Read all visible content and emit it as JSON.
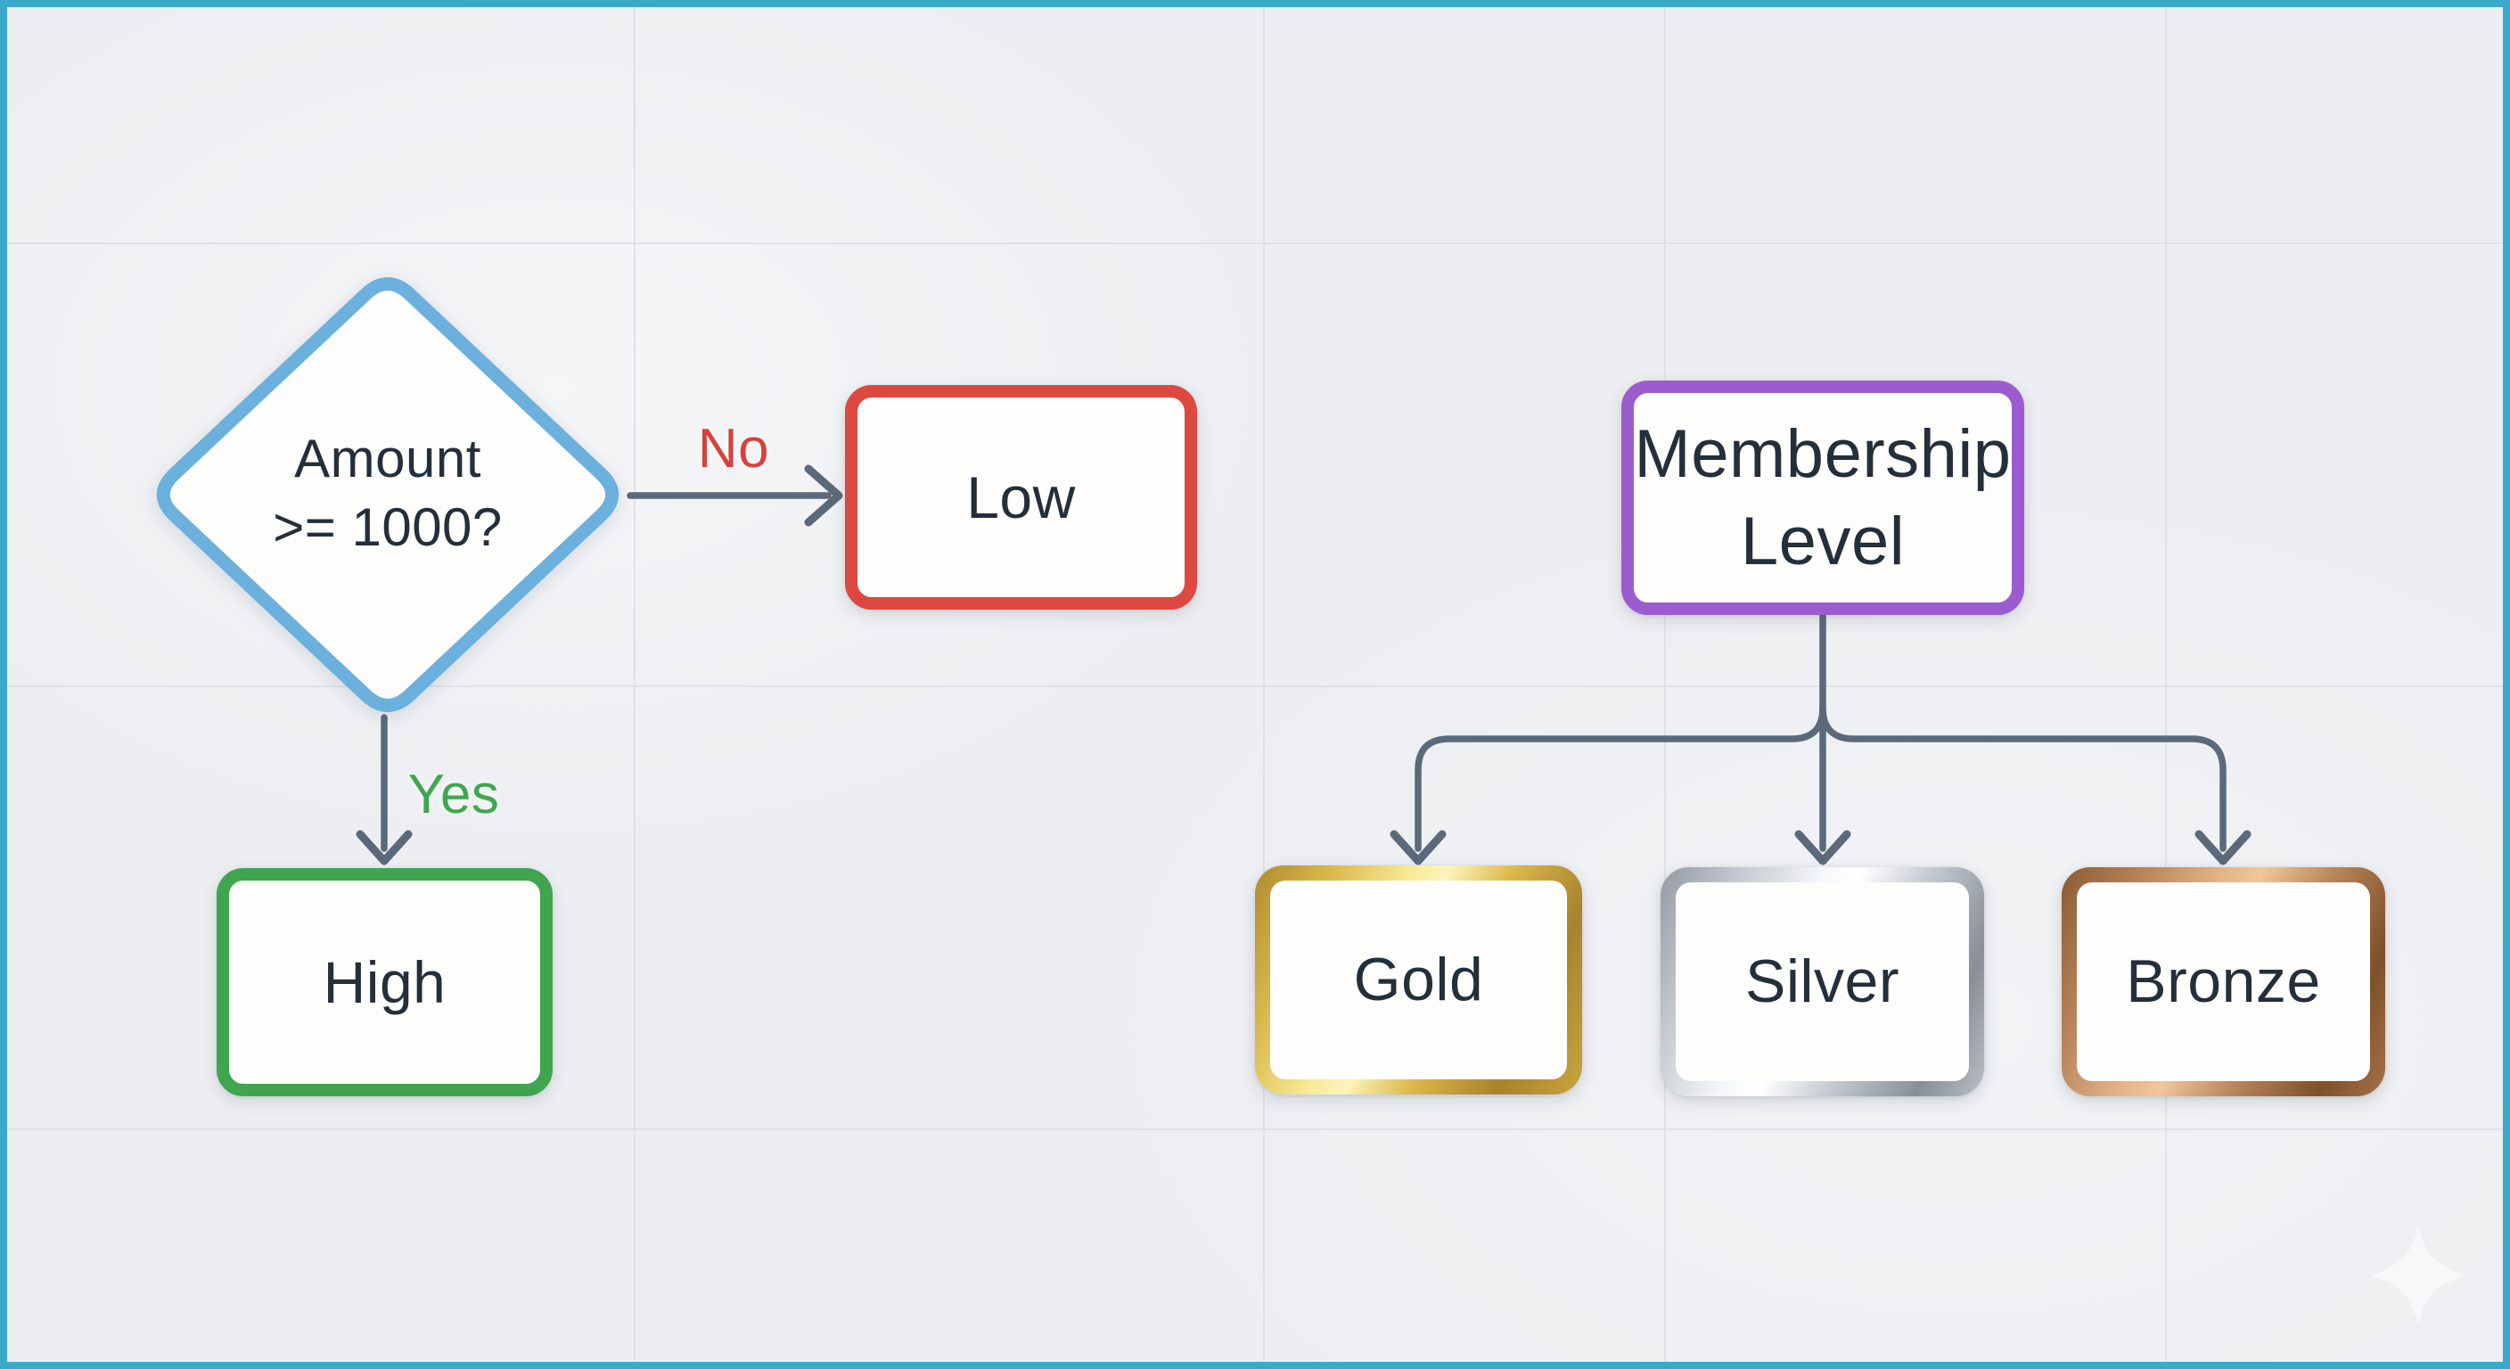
{
  "canvas": {
    "type": "flowchart-diagram"
  },
  "colors": {
    "frame": "#3BA9CA",
    "bg": "#ECEEF1",
    "grid": "#D9DCE1",
    "edge": "#5B6A7B",
    "text": "#232F3B",
    "node-fill": "#FDFDFB",
    "decision-border": "#6CB0DD",
    "low-border": "#DD4840",
    "high-border": "#3FA64F",
    "membership-border": "#9C5CD0",
    "no-label": "#D6423B",
    "yes-label": "#3FA750",
    "gold": "#D9B84A",
    "silver": "#C6CCD2",
    "bronze": "#B9855A"
  },
  "nodes": {
    "decision": {
      "label": "Amount\n>= 1000?",
      "shape": "diamond",
      "border_color": "#6CB0DD"
    },
    "low": {
      "label": "Low",
      "shape": "rect",
      "border_color": "#DD4840"
    },
    "high": {
      "label": "High",
      "shape": "rect",
      "border_color": "#3FA64F"
    },
    "membership": {
      "label": "Membership\nLevel",
      "shape": "rect",
      "border_color": "#9C5CD0"
    },
    "gold": {
      "label": "Gold",
      "shape": "rect",
      "border_color": "gold-metallic-gradient"
    },
    "silver": {
      "label": "Silver",
      "shape": "rect",
      "border_color": "silver-metallic-gradient"
    },
    "bronze": {
      "label": "Bronze",
      "shape": "rect",
      "border_color": "bronze-metallic-gradient"
    }
  },
  "edges": {
    "no": {
      "label": "No",
      "from": "decision",
      "to": "low"
    },
    "yes": {
      "label": "Yes",
      "from": "decision",
      "to": "high"
    },
    "membership_gold": {
      "label": "",
      "from": "membership",
      "to": "gold"
    },
    "membership_silver": {
      "label": "",
      "from": "membership",
      "to": "silver"
    },
    "membership_bronze": {
      "label": "",
      "from": "membership",
      "to": "bronze"
    }
  },
  "watermark": {
    "icon": "four-point-sparkle"
  }
}
